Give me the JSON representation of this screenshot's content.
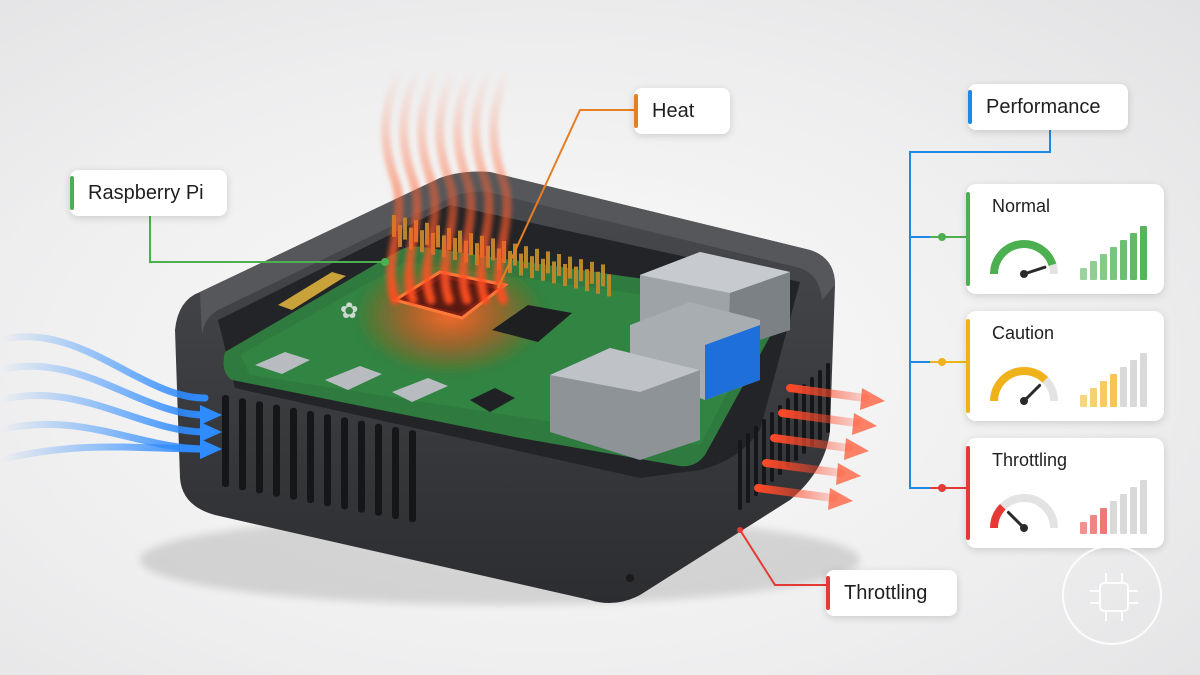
{
  "callouts": {
    "raspberry_pi": "Raspberry Pi",
    "heat": "Heat",
    "performance": "Performance",
    "throttling_exhaust": "Throttling"
  },
  "cards": [
    {
      "title": "Normal",
      "color": "#4caf50",
      "gauge_level": 0.9,
      "bars_active": 7,
      "bars_total": 7
    },
    {
      "title": "Caution",
      "color": "#f0b21a",
      "gauge_level": 0.75,
      "bars_active": 4,
      "bars_total": 7
    },
    {
      "title": "Throttling",
      "color": "#e53935",
      "gauge_level": 0.25,
      "bars_active": 3,
      "bars_total": 7
    }
  ],
  "colors": {
    "green": "#4caf50",
    "orange": "#e67e22",
    "blue": "#1e88e5",
    "red": "#e53935",
    "airflow_in": "#2f8cff",
    "airflow_out": "#ff5a36",
    "case": "#3a3b3e",
    "pcb": "#2f7a3e"
  },
  "icons": {
    "watermark": "circuit-logo-icon"
  }
}
